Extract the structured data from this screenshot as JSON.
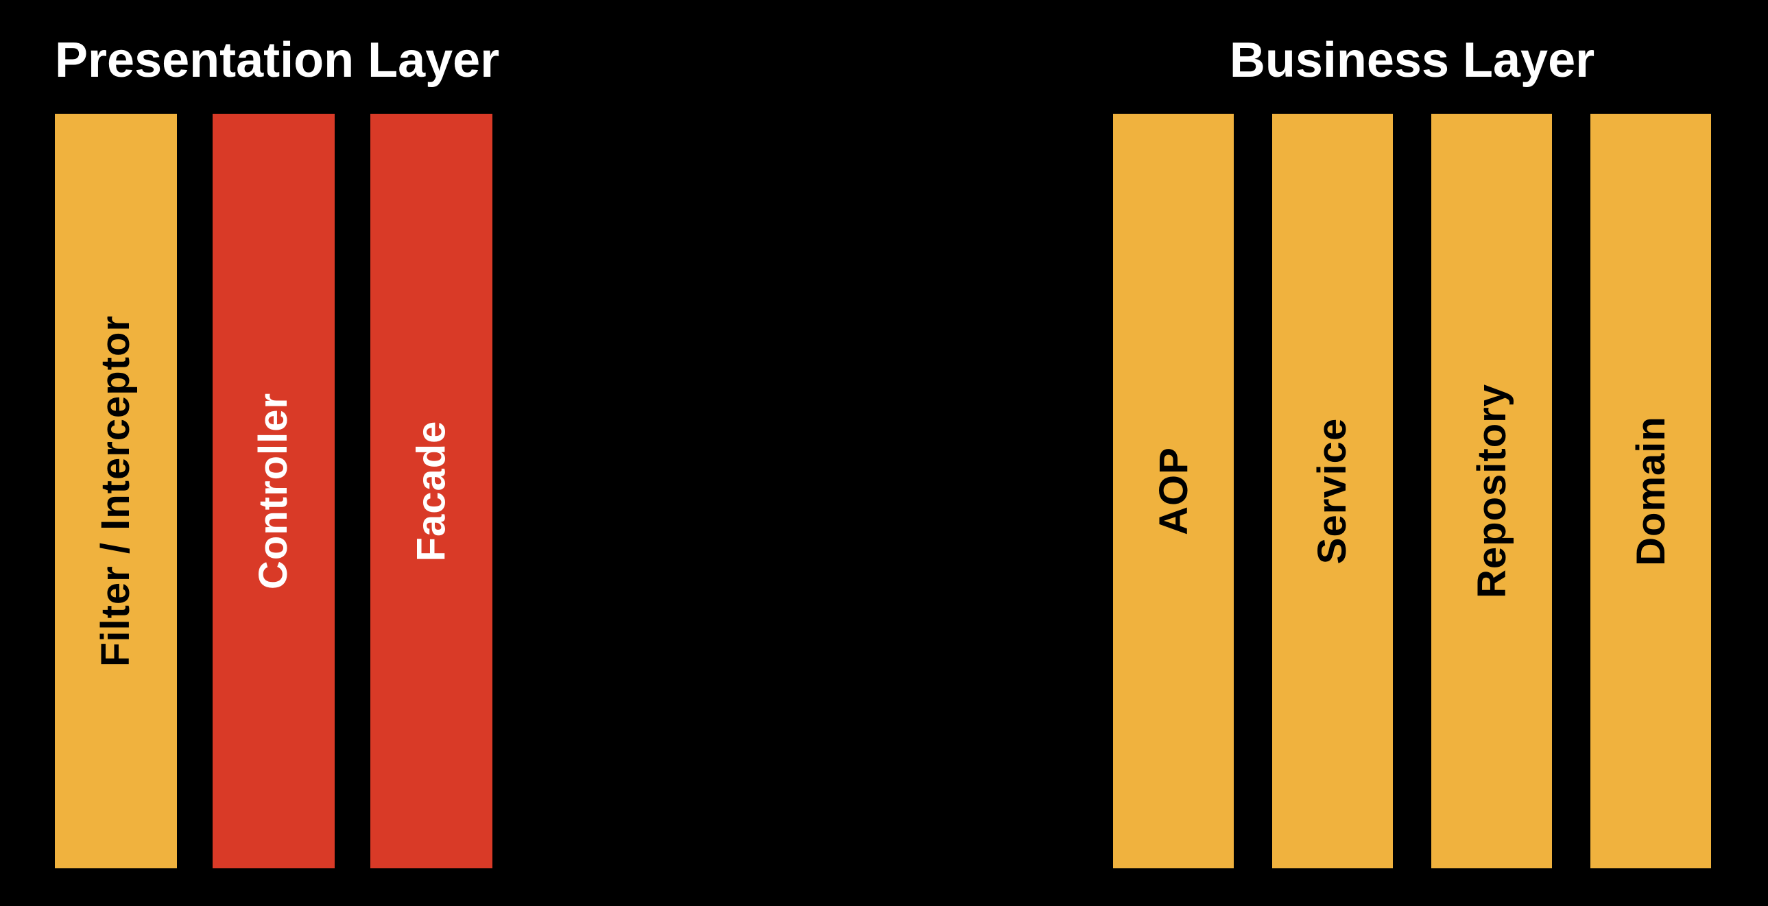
{
  "background": "#000000",
  "palette": {
    "bar_orange": "#F0B23E",
    "bar_red": "#D93A27",
    "title_text": "#FFFFFF",
    "label_on_orange": "#000000",
    "label_on_red": "#FFFFFF"
  },
  "groups": [
    {
      "title": "Presentation Layer",
      "bars": [
        {
          "label": "Filter / Interceptor",
          "fill": "#F0B23E",
          "text": "#000000"
        },
        {
          "label": "Controller",
          "fill": "#D93A27",
          "text": "#FFFFFF"
        },
        {
          "label": "Facade",
          "fill": "#D93A27",
          "text": "#FFFFFF"
        }
      ]
    },
    {
      "title": "Business Layer",
      "bars": [
        {
          "label": "AOP",
          "fill": "#F0B23E",
          "text": "#000000"
        },
        {
          "label": "Service",
          "fill": "#F0B23E",
          "text": "#000000"
        },
        {
          "label": "Repository",
          "fill": "#F0B23E",
          "text": "#000000"
        },
        {
          "label": "Domain",
          "fill": "#F0B23E",
          "text": "#000000"
        }
      ]
    }
  ]
}
